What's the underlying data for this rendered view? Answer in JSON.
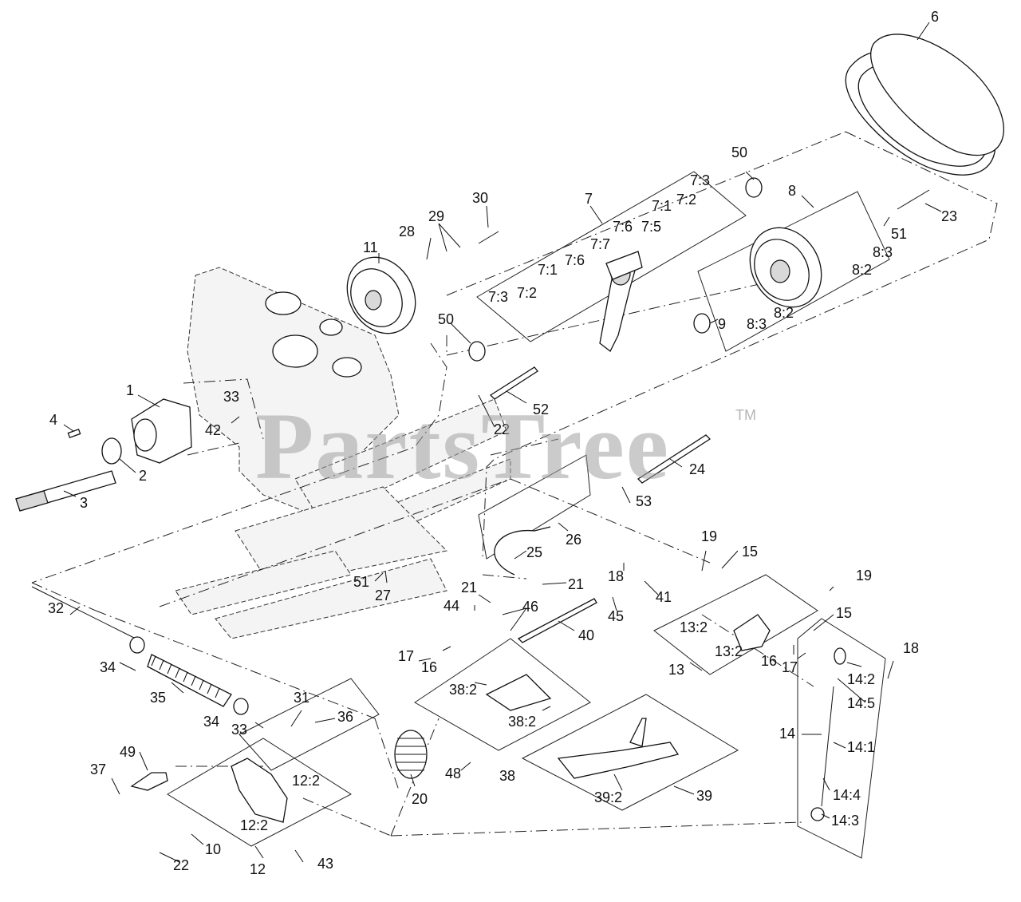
{
  "watermark": {
    "text": "PartsTree",
    "tm": "TM"
  },
  "labels": [
    {
      "id": "l1",
      "text": "1"
    },
    {
      "id": "l2",
      "text": "2"
    },
    {
      "id": "l3",
      "text": "3"
    },
    {
      "id": "l4",
      "text": "4"
    },
    {
      "id": "l6",
      "text": "6"
    },
    {
      "id": "l7",
      "text": "7"
    },
    {
      "id": "l7_1a",
      "text": "7:1"
    },
    {
      "id": "l7_1b",
      "text": "7:1"
    },
    {
      "id": "l7_2a",
      "text": "7:2"
    },
    {
      "id": "l7_2b",
      "text": "7:2"
    },
    {
      "id": "l7_3a",
      "text": "7:3"
    },
    {
      "id": "l7_3b",
      "text": "7:3"
    },
    {
      "id": "l7_5",
      "text": "7:5"
    },
    {
      "id": "l7_6a",
      "text": "7:6"
    },
    {
      "id": "l7_6b",
      "text": "7:6"
    },
    {
      "id": "l7_7",
      "text": "7:7"
    },
    {
      "id": "l8",
      "text": "8"
    },
    {
      "id": "l8_2a",
      "text": "8:2"
    },
    {
      "id": "l8_2b",
      "text": "8:2"
    },
    {
      "id": "l8_3a",
      "text": "8:3"
    },
    {
      "id": "l8_3b",
      "text": "8:3"
    },
    {
      "id": "l9",
      "text": "9"
    },
    {
      "id": "l10",
      "text": "10"
    },
    {
      "id": "l11",
      "text": "11"
    },
    {
      "id": "l12",
      "text": "12"
    },
    {
      "id": "l12_2a",
      "text": "12:2"
    },
    {
      "id": "l12_2b",
      "text": "12:2"
    },
    {
      "id": "l13",
      "text": "13"
    },
    {
      "id": "l13_2a",
      "text": "13:2"
    },
    {
      "id": "l13_2b",
      "text": "13:2"
    },
    {
      "id": "l14",
      "text": "14"
    },
    {
      "id": "l14_1",
      "text": "14:1"
    },
    {
      "id": "l14_2",
      "text": "14:2"
    },
    {
      "id": "l14_3",
      "text": "14:3"
    },
    {
      "id": "l14_4",
      "text": "14:4"
    },
    {
      "id": "l14_5",
      "text": "14:5"
    },
    {
      "id": "l15a",
      "text": "15"
    },
    {
      "id": "l15b",
      "text": "15"
    },
    {
      "id": "l16a",
      "text": "16"
    },
    {
      "id": "l16b",
      "text": "16"
    },
    {
      "id": "l17a",
      "text": "17"
    },
    {
      "id": "l17b",
      "text": "17"
    },
    {
      "id": "l18a",
      "text": "18"
    },
    {
      "id": "l18b",
      "text": "18"
    },
    {
      "id": "l19a",
      "text": "19"
    },
    {
      "id": "l19b",
      "text": "19"
    },
    {
      "id": "l20",
      "text": "20"
    },
    {
      "id": "l21a",
      "text": "21"
    },
    {
      "id": "l21b",
      "text": "21"
    },
    {
      "id": "l22a",
      "text": "22"
    },
    {
      "id": "l22b",
      "text": "22"
    },
    {
      "id": "l23",
      "text": "23"
    },
    {
      "id": "l24",
      "text": "24"
    },
    {
      "id": "l25",
      "text": "25"
    },
    {
      "id": "l26",
      "text": "26"
    },
    {
      "id": "l27",
      "text": "27"
    },
    {
      "id": "l28",
      "text": "28"
    },
    {
      "id": "l29",
      "text": "29"
    },
    {
      "id": "l30",
      "text": "30"
    },
    {
      "id": "l31",
      "text": "31"
    },
    {
      "id": "l32",
      "text": "32"
    },
    {
      "id": "l33a",
      "text": "33"
    },
    {
      "id": "l33b",
      "text": "33"
    },
    {
      "id": "l34a",
      "text": "34"
    },
    {
      "id": "l34b",
      "text": "34"
    },
    {
      "id": "l35",
      "text": "35"
    },
    {
      "id": "l36",
      "text": "36"
    },
    {
      "id": "l37",
      "text": "37"
    },
    {
      "id": "l38",
      "text": "38"
    },
    {
      "id": "l38_2a",
      "text": "38:2"
    },
    {
      "id": "l38_2b",
      "text": "38:2"
    },
    {
      "id": "l39",
      "text": "39"
    },
    {
      "id": "l39_2",
      "text": "39:2"
    },
    {
      "id": "l40",
      "text": "40"
    },
    {
      "id": "l41",
      "text": "41"
    },
    {
      "id": "l42",
      "text": "42"
    },
    {
      "id": "l43",
      "text": "43"
    },
    {
      "id": "l44",
      "text": "44"
    },
    {
      "id": "l45",
      "text": "45"
    },
    {
      "id": "l46",
      "text": "46"
    },
    {
      "id": "l48",
      "text": "48"
    },
    {
      "id": "l49",
      "text": "49"
    },
    {
      "id": "l50a",
      "text": "50"
    },
    {
      "id": "l50b",
      "text": "50"
    },
    {
      "id": "l51a",
      "text": "51"
    },
    {
      "id": "l51b",
      "text": "51"
    },
    {
      "id": "l52",
      "text": "52"
    },
    {
      "id": "l53",
      "text": "53"
    }
  ]
}
